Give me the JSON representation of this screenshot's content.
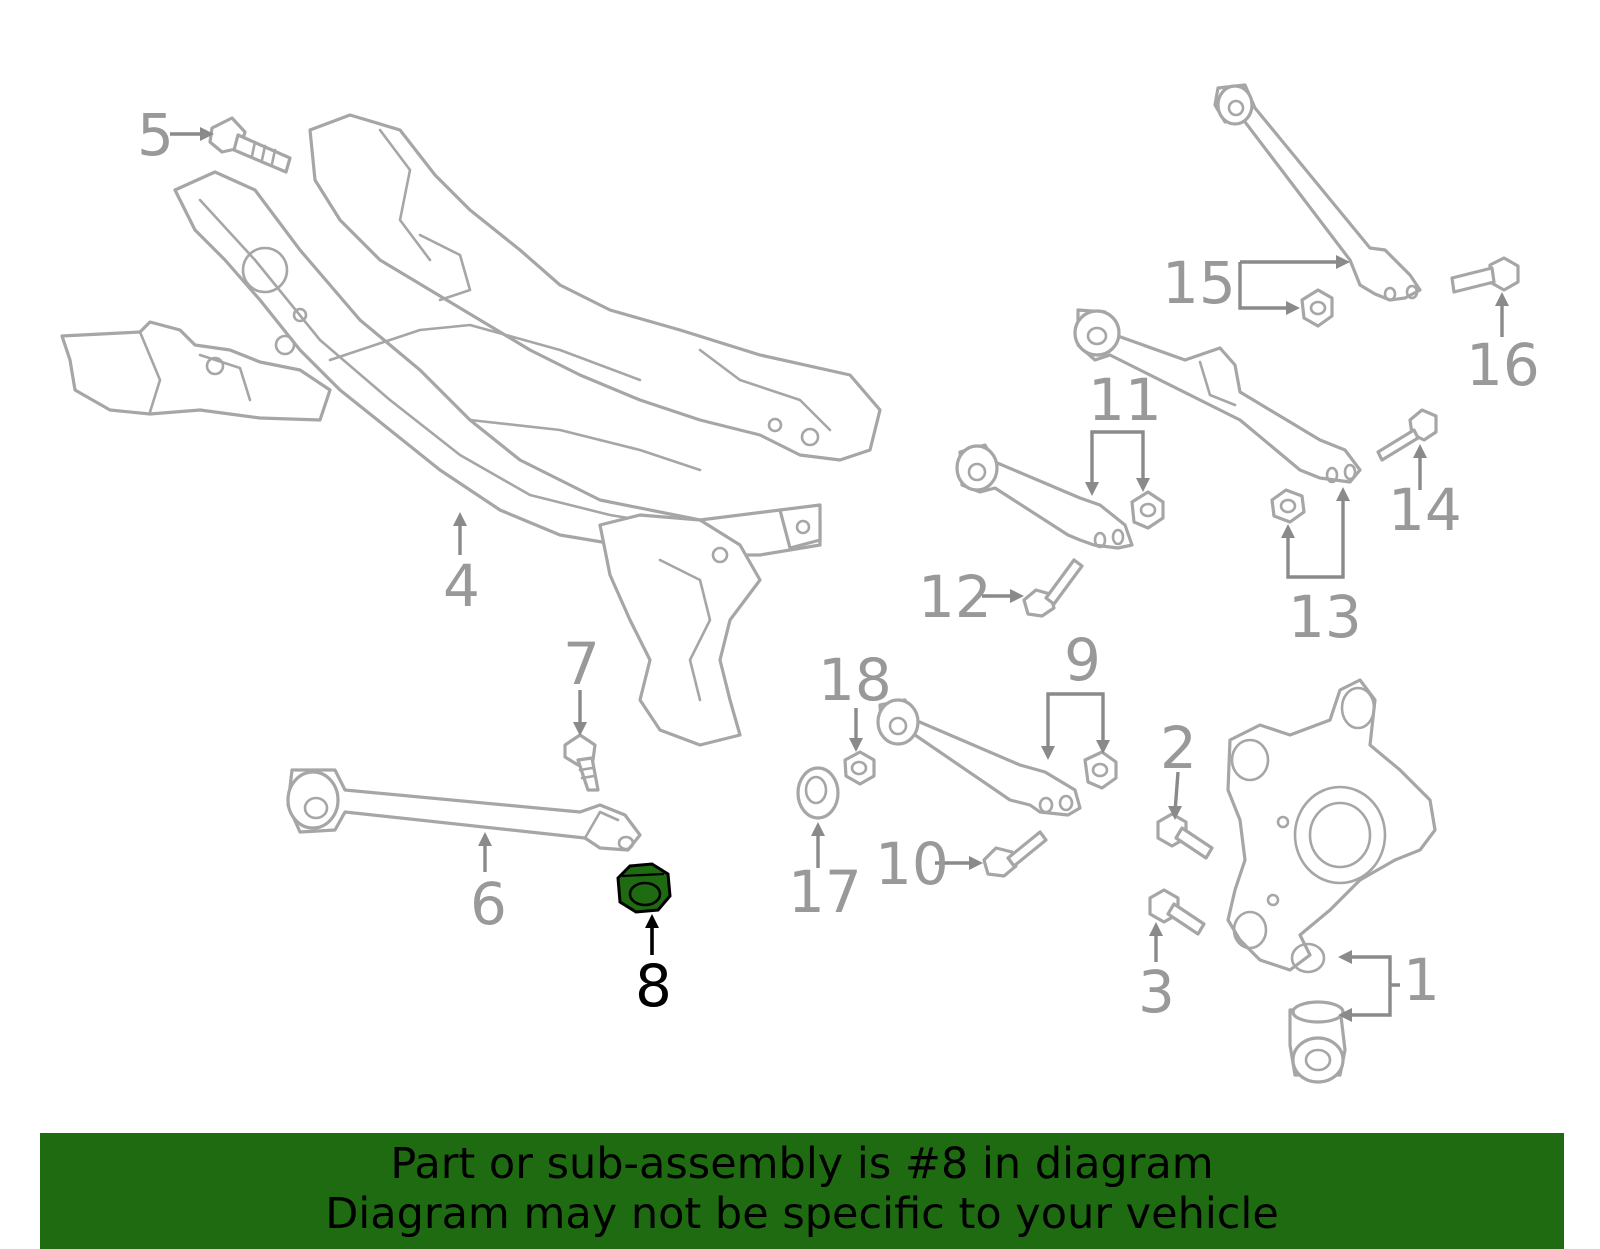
{
  "diagram": {
    "highlighted_part": "8",
    "highlight_color": "#1e6b12",
    "line_color": "#a6a6a6",
    "callouts": [
      "1",
      "2",
      "3",
      "4",
      "5",
      "6",
      "7",
      "8",
      "9",
      "10",
      "11",
      "12",
      "13",
      "14",
      "15",
      "16",
      "17",
      "18"
    ]
  },
  "banner": {
    "line1": "Part or sub-assembly is #8 in diagram",
    "line2": "Diagram may not be specific to your vehicle",
    "background": "#1e6b12"
  }
}
